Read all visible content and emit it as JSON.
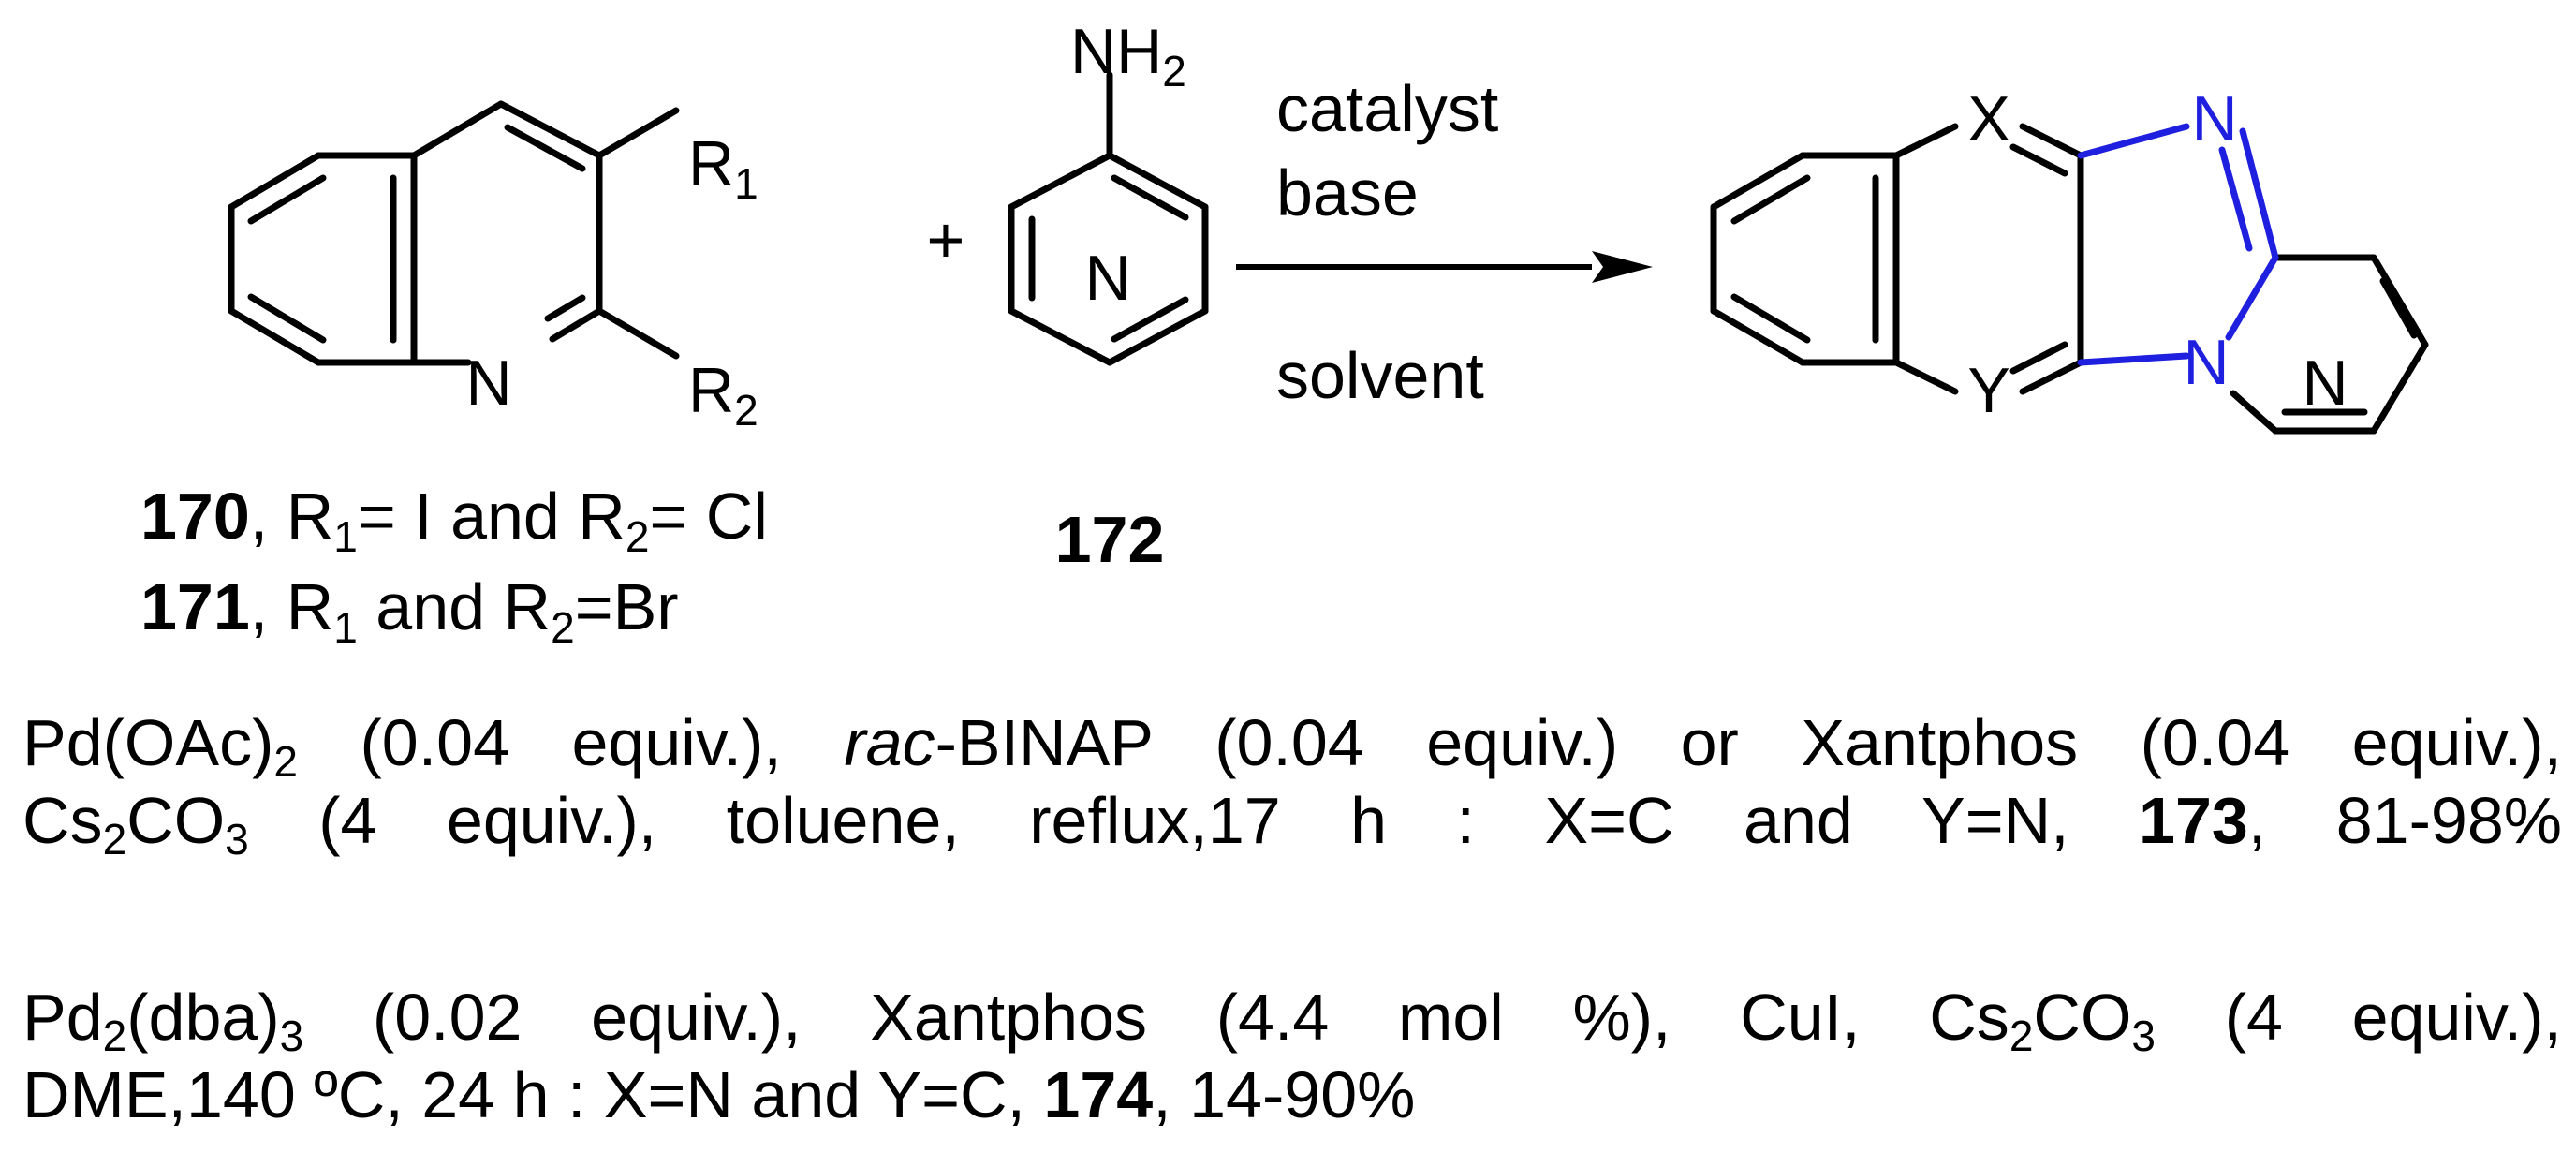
{
  "reactant1": {
    "atom_r1": "R",
    "atom_r1_sub": "1",
    "atom_r2": "R",
    "atom_r2_sub": "2",
    "atom_n": "N",
    "labels": [
      {
        "id": "170",
        "text_pre": ", R",
        "sub1": "1",
        "mid": "= I and R",
        "sub2": "2",
        "post": "= Cl"
      },
      {
        "id": "171",
        "text_pre": ", R",
        "sub1": "1",
        "mid": " and R",
        "sub2": "2",
        "post": "=Br"
      }
    ]
  },
  "plus": "+",
  "reactant2": {
    "nh2_main": "NH",
    "nh2_sub": "2",
    "atom_n": "N",
    "id": "172"
  },
  "arrow": {
    "above1": "catalyst",
    "above2": "base",
    "below": "solvent"
  },
  "product": {
    "atom_x": "X",
    "atom_y": "Y",
    "atom_n1": "N",
    "atom_n2": "N",
    "atom_n3": "N",
    "highlight_color": "#1f1fe0"
  },
  "conditions": [
    {
      "line1": {
        "a": "Pd(OAc)",
        "a_sub": "2",
        "b": " (0.04 equiv.), ",
        "c_italic": "rac",
        "d": "-BINAP (0.04 equiv.) or Xantphos (0.04 equiv.),"
      },
      "line2": {
        "a": "Cs",
        "a_sub": "2",
        "b": "CO",
        "b_sub": "3",
        "c": " (4 equiv.), toluene, reflux,17 h : X=C and Y=N, ",
        "id": "173",
        "d": ", 81-98%"
      }
    },
    {
      "line1": {
        "a": "Pd",
        "a_sub": "2",
        "b": "(dba)",
        "b_sub": "3",
        "c": " (0.02 equiv.), Xantphos (4.4 mol %),  CuI,  Cs",
        "c_sub": "2",
        "d": "CO",
        "d_sub": "3",
        "e": " (4 equiv.),"
      },
      "line2": {
        "a": "DME,140 ºC, 24 h : X=N and Y=C, ",
        "id": "174",
        "b": ", 14-90%"
      }
    }
  ]
}
